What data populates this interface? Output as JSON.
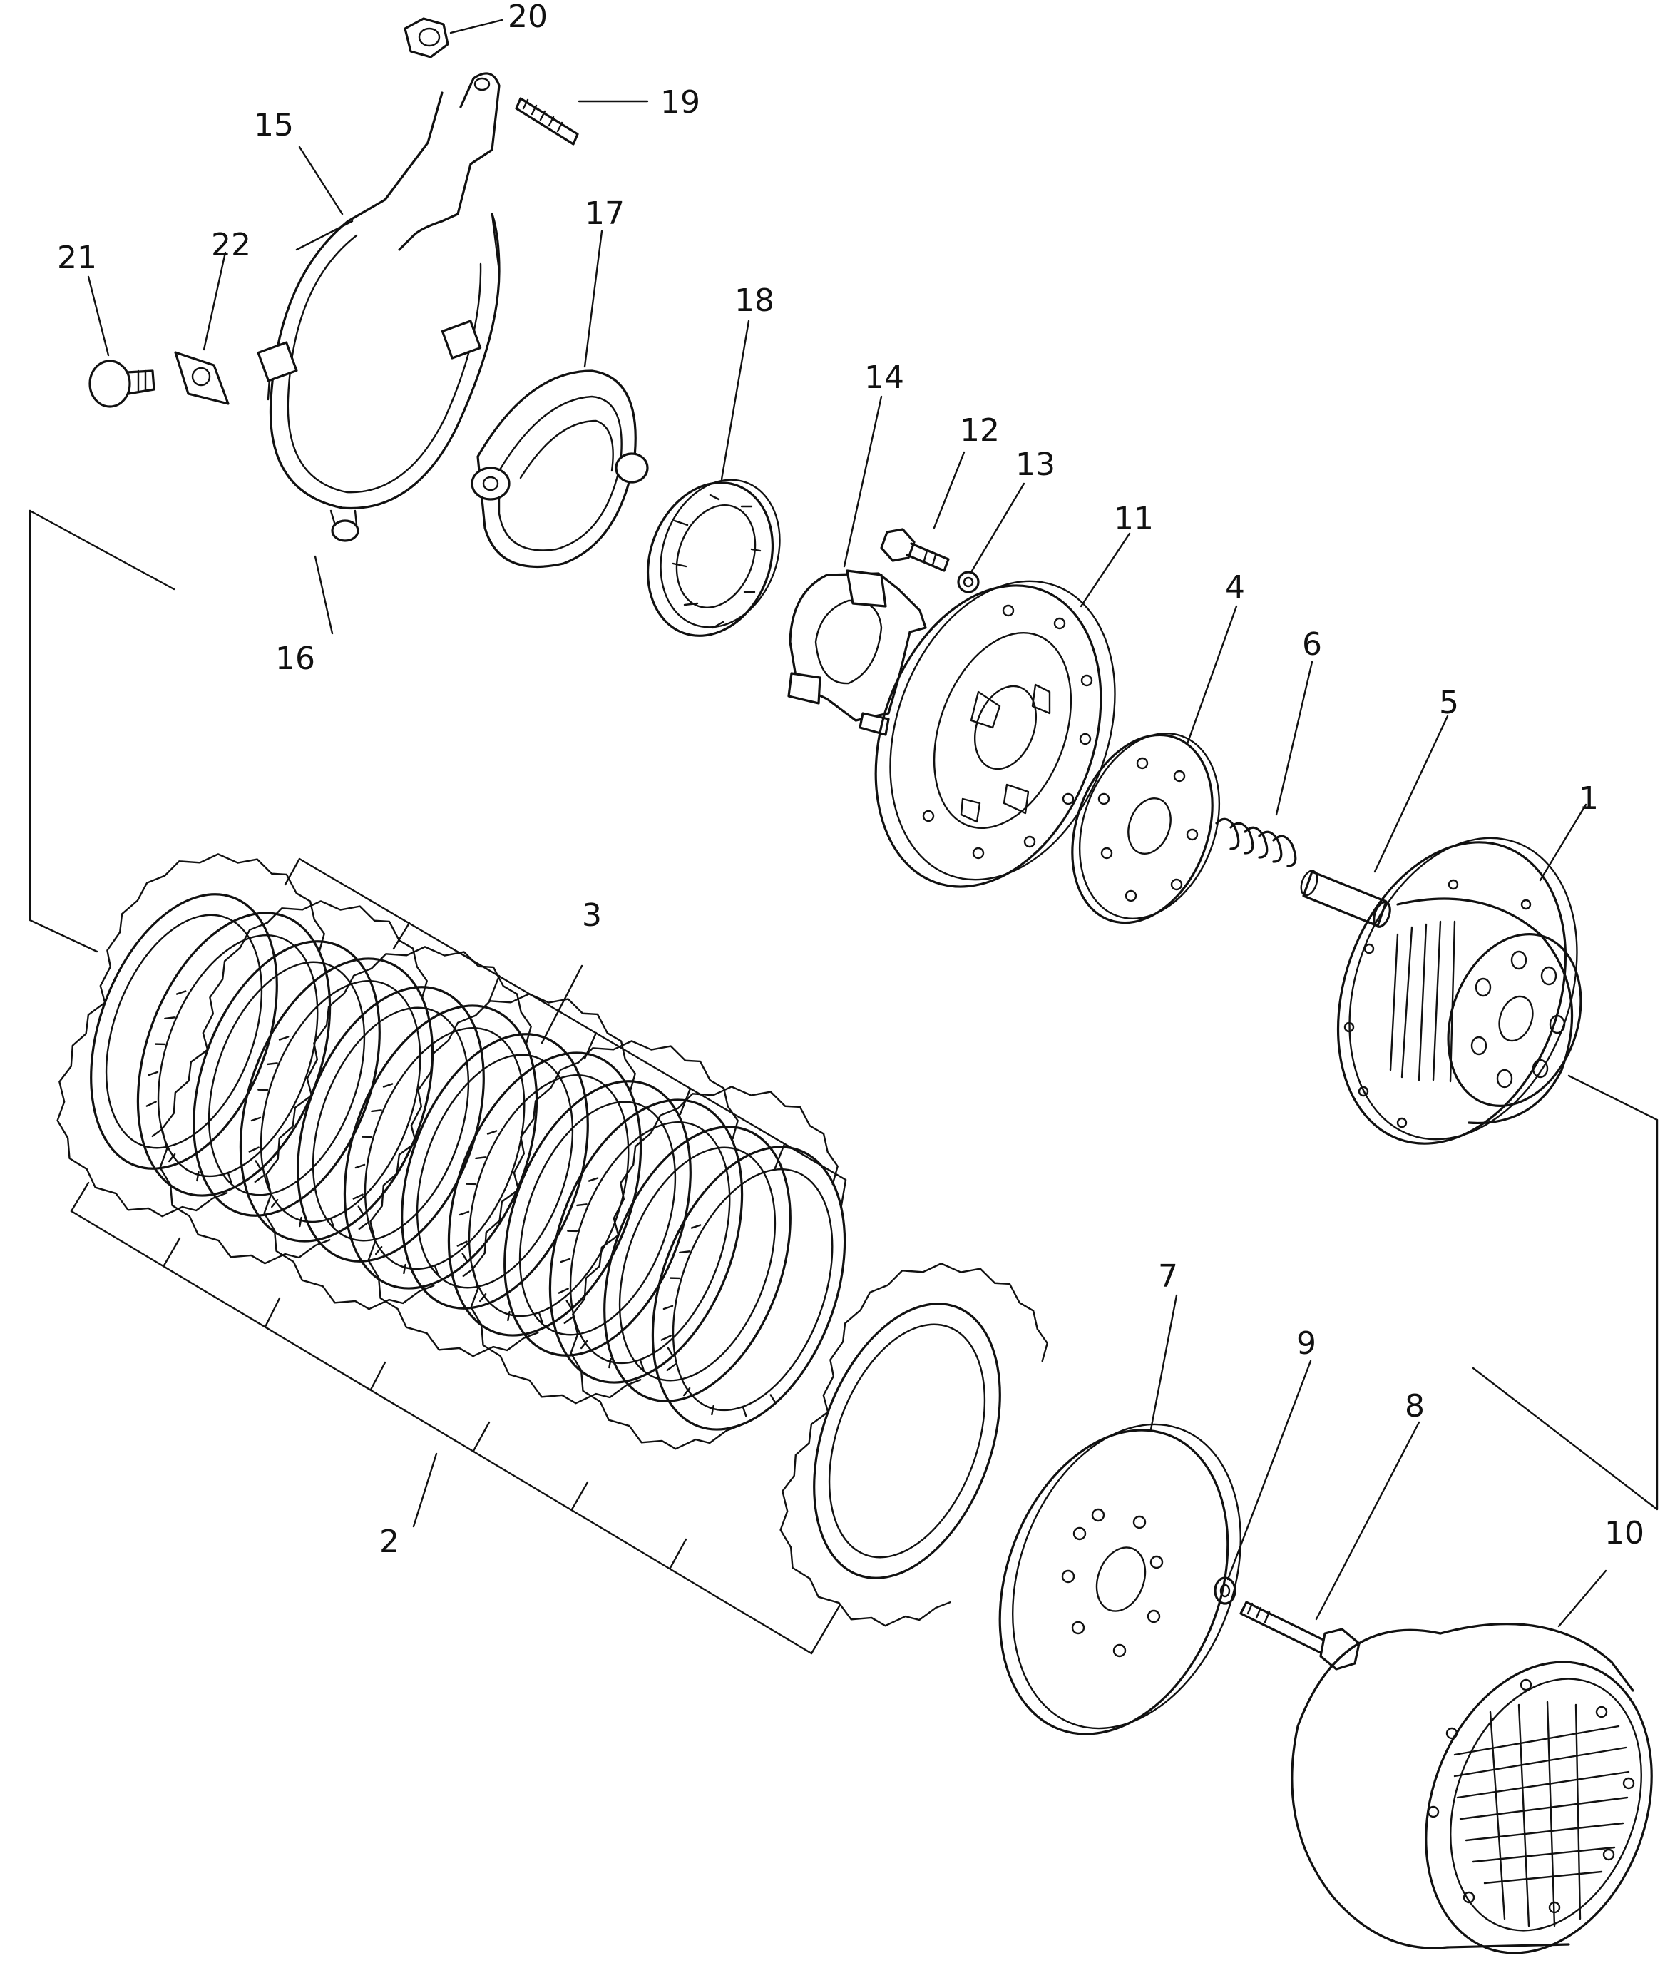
{
  "callouts": [
    "1",
    "2",
    "3",
    "4",
    "5",
    "6",
    "7",
    "8",
    "9",
    "10",
    "11",
    "12",
    "13",
    "14",
    "15",
    "16",
    "17",
    "18",
    "19",
    "20",
    "21",
    "22"
  ]
}
